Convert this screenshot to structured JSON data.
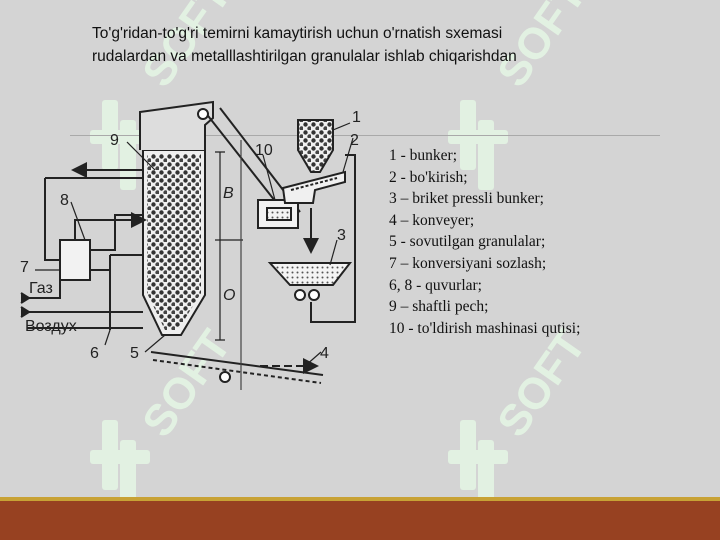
{
  "title": {
    "line1": "To'g'ridan-to'g'ri temirni kamaytirish uchun o'rnatish sxemasi",
    "line2": "rudalardan va metalllashtirilgan granulalar ishlab chiqarishdan"
  },
  "legend": [
    "1 - bunker;",
    "2 - bo'kirish;",
    "3 – briket pressli bunker;",
    "4 – konveyer;",
    "5 - sovutilgan granulalar;",
    "7 – konversiyani sozlash;",
    "6, 8 - quvurlar;",
    "9 – shaftli pech;",
    "10 - to'ldirish mashinasi qutisi;"
  ],
  "diagram": {
    "callouts": [
      "1",
      "2",
      "3",
      "4",
      "5",
      "6",
      "7",
      "8",
      "9",
      "10"
    ],
    "dimension_labels": [
      "В",
      "О"
    ],
    "inlet_gas": "Газ",
    "inlet_air": "Воздух"
  },
  "watermark": {
    "text": "SOFT"
  },
  "colors": {
    "background": "#d4d4d4",
    "footer": "#974121",
    "footer_accent": "#c8a235",
    "watermark": "#e4f2e4"
  }
}
